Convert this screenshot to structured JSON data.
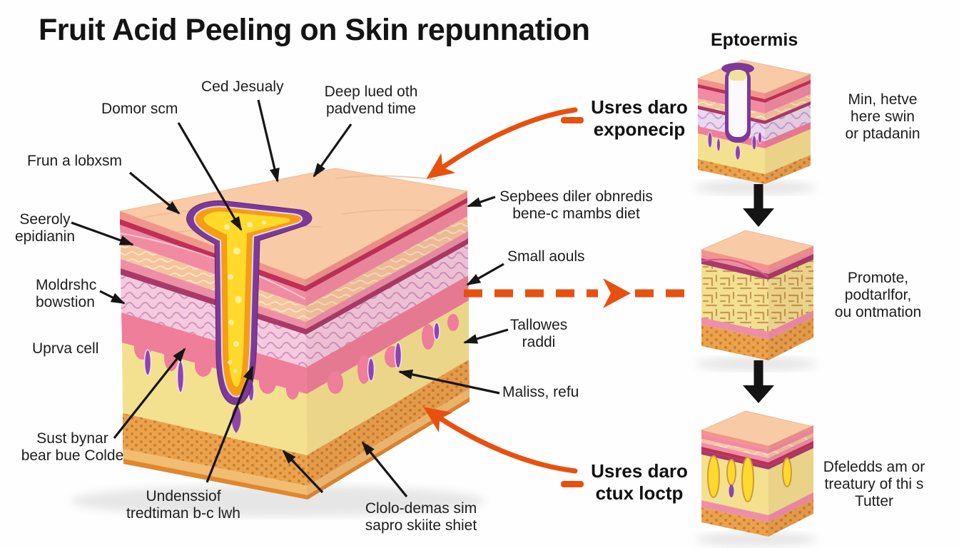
{
  "title": "Fruit Acid Peeling on Skin repunnation",
  "colors": {
    "accent_orange": "#e8500f",
    "ink": "#1d1d1d"
  },
  "labels": {
    "ced_jesualy": "Ced Jesualy",
    "domor_scm": "Domor scm",
    "deep_lued": "Deep lued oth\npadvend time",
    "frun_a_lobxsm": "Frun a lobxsm",
    "seeroly_epidianin": "Seeroly\nepidianin",
    "moldrshc_bowstion": "Moldrshc\nbowstion",
    "uprva_cell": "Uprva cell",
    "sust_bynar": "Sust bynar\nbear bue Colde",
    "undenssiof": "Undenssiof\ntredtiman b-c lwh",
    "clolo_demas": "Clolo-demas sim\nsapro skiite shiet",
    "sepbees": "Sepbees diler obnredis\nbene-c mambs diet",
    "small_aouls": "Small aouls",
    "tallowes_raddi": "Tallowes\nraddi",
    "maliss_refu": "Maliss, refu",
    "usres_daro_exponecip": "Usres daro\nexponecip",
    "usres_daro_ctux": "Usres daro\nctux loctp"
  },
  "right_column": {
    "eptoermis_title": "Eptoermis",
    "panel1_label": "Min, hetve\nhere swin\nor ptadanin",
    "panel2_label": "Promote,\npodtarlfor,\nou ontmation",
    "panel3_label": "Dfeledds am or\ntreatury of thi s\nTutter"
  }
}
